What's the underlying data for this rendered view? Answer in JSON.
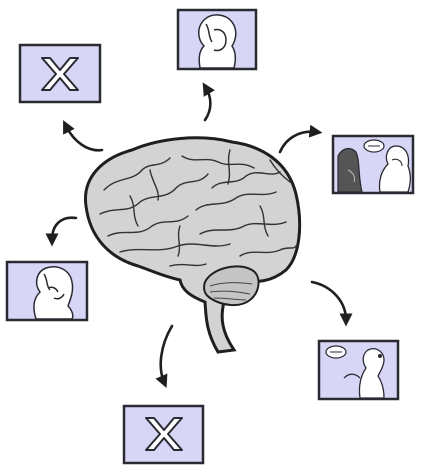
{
  "colors": {
    "panel_fill": "#d8d6f7",
    "panel_stroke": "#2a2a33",
    "brain_fill": "#d3d3d3",
    "brain_stroke": "#1f1f1f",
    "arrow": "#1f1f1f"
  },
  "panels": [
    {
      "id": "top-left",
      "content": "x-mark-icon"
    },
    {
      "id": "top",
      "content": "woman-portrait-icon"
    },
    {
      "id": "right-upper",
      "content": "dialogue-scene-icon"
    },
    {
      "id": "left",
      "content": "woman-smiling-icon"
    },
    {
      "id": "right-lower",
      "content": "girl-speaking-icon"
    },
    {
      "id": "bottom",
      "content": "x-mark-icon"
    }
  ]
}
